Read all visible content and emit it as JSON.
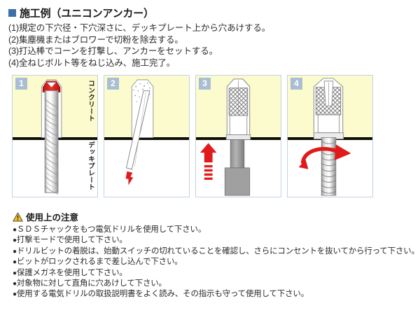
{
  "header": {
    "bullet_color": "#3f6fa8",
    "title": "施工例（ユニコンアンカー）",
    "steps": [
      "(1)規定の下穴径・下穴深さに、デッキプレート上から穴あけする。",
      "(2)集塵機またはブロワーで切粉を除去する。",
      "(3)打込棒でコーンを打撃し、アンカーをセットする。",
      "(4)全ねじボルト等をねじ込み、施工完了。"
    ]
  },
  "figure": {
    "concrete_color": "#fbfbcd",
    "deckplate_color": "#100f08",
    "badge_color": "#a9bed5",
    "accent_red": "#e01b1b",
    "panels": [
      {
        "number": "1",
        "label_concrete": "コンクリート",
        "label_deck": "デッキプレート",
        "art": "drill-bit-in-hole"
      },
      {
        "number": "2",
        "label_concrete": "",
        "label_deck": "",
        "art": "blower-nozzle-in-hole"
      },
      {
        "number": "3",
        "label_concrete": "",
        "label_deck": "",
        "art": "anchor-set-with-driving-rod"
      },
      {
        "number": "4",
        "label_concrete": "",
        "label_deck": "",
        "art": "threaded-bolt-screwed-in"
      }
    ]
  },
  "caution": {
    "icon": "warning-triangle-icon",
    "title": "使用上の注意",
    "bullet": "●",
    "notes": [
      "ＳＤＳチャックをもつ電気ドリルを使用して下さい。",
      "打撃モードで使用して下さい。",
      "ドリルビットの着脱は、始動スイッチの切れていることを確認し、さらにコンセントを抜いてから行って下さい。",
      "ビットがロックされるまで差し込んで下さい。",
      "保護メガネを使用して下さい。",
      "対象物に対して直角に穴あけして下さい。",
      "使用する電気ドリルの取扱説明書をよく読み、その指示も守って使用して下さい。"
    ]
  }
}
